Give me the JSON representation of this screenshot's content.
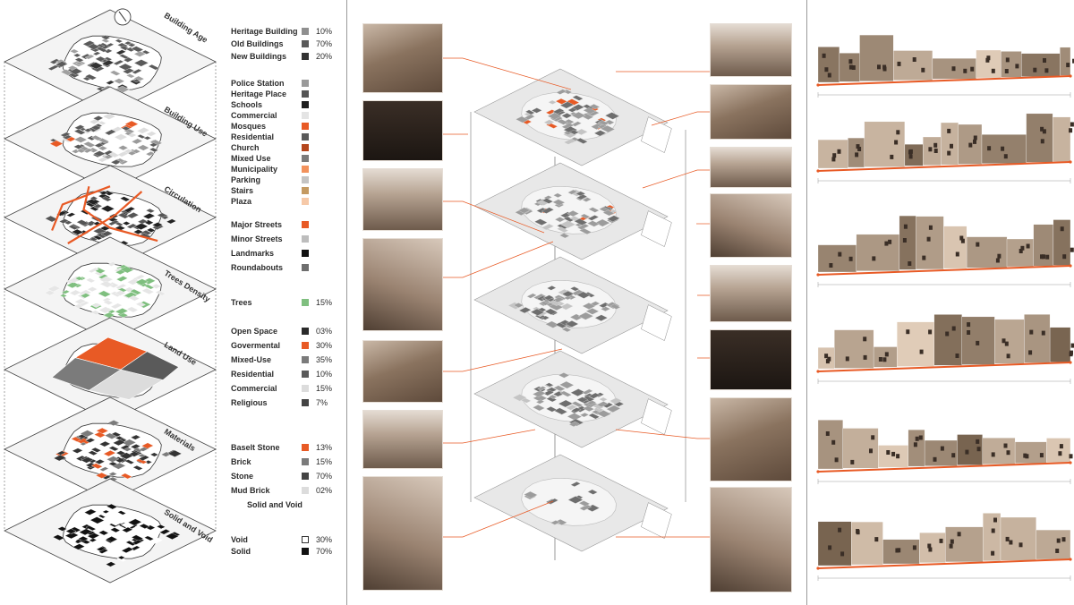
{
  "colors": {
    "accent": "#e85a25",
    "dark": "#2a2a2a",
    "mid": "#7a7a7a",
    "light": "#d5d5d5",
    "tree": "#7fbf7f",
    "sepia": "#8a735f"
  },
  "layers": [
    {
      "title": "Building Age"
    },
    {
      "title": "Building Use"
    },
    {
      "title": "Circulation"
    },
    {
      "title": "Trees Density"
    },
    {
      "title": "Land Use"
    },
    {
      "title": "Materials"
    },
    {
      "title": "Solid and Void"
    }
  ],
  "legend": {
    "age": [
      {
        "label": "Heritage Building",
        "color": "#8f8f8f",
        "pct": "10%"
      },
      {
        "label": "Old Buildings",
        "color": "#5a5a5a",
        "pct": "70%"
      },
      {
        "label": "New Buildings",
        "color": "#333333",
        "pct": "20%"
      }
    ],
    "use": [
      {
        "label": "Police Station",
        "color": "#9a9a9a"
      },
      {
        "label": "Heritage Place",
        "color": "#555555"
      },
      {
        "label": "Schools",
        "color": "#1e1e1e"
      },
      {
        "label": "Commercial",
        "color": "#e4e4e4"
      },
      {
        "label": "Mosques",
        "color": "#e85a25"
      },
      {
        "label": "Residential",
        "color": "#5a5a5a"
      },
      {
        "label": "Church",
        "color": "#b5461c"
      },
      {
        "label": "Mixed Use",
        "color": "#7b7b7b"
      },
      {
        "label": "Municipality",
        "color": "#f2925d"
      },
      {
        "label": "Parking",
        "color": "#c4c4c4"
      },
      {
        "label": "Stairs",
        "color": "#c49a62"
      },
      {
        "label": "Plaza",
        "color": "#f6c9a8"
      }
    ],
    "circulation": [
      {
        "label": "Major Streets",
        "color": "#e85a25"
      },
      {
        "label": "Minor Streets",
        "color": "#bdbdbd"
      },
      {
        "label": "Landmarks",
        "color": "#111111"
      },
      {
        "label": "Roundabouts",
        "color": "#6e6e6e"
      }
    ],
    "trees": [
      {
        "label": "Trees",
        "color": "#7fbf7f",
        "pct": "15%"
      }
    ],
    "landuse": [
      {
        "label": "Open Space",
        "color": "#2a2a2a",
        "pct": "03%"
      },
      {
        "label": "Govermental",
        "color": "#e85a25",
        "pct": "30%"
      },
      {
        "label": "Mixed-Use",
        "color": "#7b7b7b",
        "pct": "35%"
      },
      {
        "label": "Residential",
        "color": "#5a5a5a",
        "pct": "10%"
      },
      {
        "label": "Commercial",
        "color": "#dcdcdc",
        "pct": "15%"
      },
      {
        "label": "Religious",
        "color": "#444444",
        "pct": "7%"
      }
    ],
    "materials": [
      {
        "label": "Baselt Stone",
        "color": "#e85a25",
        "pct": "13%"
      },
      {
        "label": "Brick",
        "color": "#7b7b7b",
        "pct": "15%"
      },
      {
        "label": "Stone",
        "color": "#444444",
        "pct": "70%"
      },
      {
        "label": "Mud Brick",
        "color": "#dcdcdc",
        "pct": "02%"
      }
    ],
    "solid_void_title": "Solid and Void",
    "solidvoid": [
      {
        "label": "Void",
        "color": "#ffffff",
        "pct": "30%"
      },
      {
        "label": "Solid",
        "color": "#111111",
        "pct": "70%"
      }
    ]
  },
  "photos": {
    "left": [
      {
        "name": "arcade-courtyard-photo"
      },
      {
        "name": "coffee-shop-photo"
      },
      {
        "name": "plaza-photo"
      },
      {
        "name": "portrait-mural-photo"
      },
      {
        "name": "residential-block-photo"
      },
      {
        "name": "minaret-photo"
      },
      {
        "name": "alley-photo"
      }
    ],
    "right": [
      {
        "name": "canal-street-photo"
      },
      {
        "name": "garden-beds-photo"
      },
      {
        "name": "city-view-photo"
      },
      {
        "name": "crowd-market-photo"
      },
      {
        "name": "stairs-photo"
      },
      {
        "name": "doorway-photo"
      },
      {
        "name": "landscape-photo"
      },
      {
        "name": "stone-house-photo"
      }
    ]
  },
  "elevations": [
    {
      "name": "street-elevation-1"
    },
    {
      "name": "street-elevation-2"
    },
    {
      "name": "street-elevation-3"
    },
    {
      "name": "street-elevation-4"
    },
    {
      "name": "street-elevation-5"
    },
    {
      "name": "street-elevation-6"
    }
  ]
}
